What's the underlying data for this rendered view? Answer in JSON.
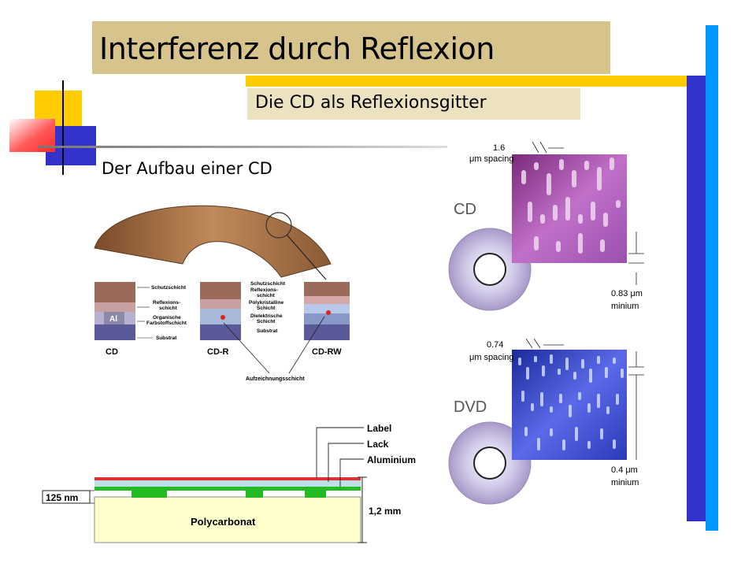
{
  "slide": {
    "title": "Interferenz durch Reflexion",
    "subtitle": "Die CD als Reflexionsgitter",
    "heading": "Der Aufbau einer CD"
  },
  "colors": {
    "title_band": "#d6c48c",
    "accent_yellow": "#ffcc00",
    "accent_navy": "#3333cc",
    "accent_blue": "#0099ff",
    "accent_red": "#ff3333"
  },
  "layer_figure": {
    "cd": {
      "label": "CD",
      "core": "Al",
      "layers": [
        "Schutzschicht",
        "Reflexions-\nschicht",
        "Organische\nFarbstoffschicht",
        "Substrat"
      ]
    },
    "cdr": {
      "label": "CD-R",
      "layers": [
        "Schutzschicht",
        "Reflexions-\nschicht",
        "Polykristalline\nSchicht",
        "Dielektrische\nSchicht",
        "Substrat"
      ]
    },
    "cdrw": {
      "label": "CD-RW"
    },
    "recording_layer": "Aufzeichnungsschicht"
  },
  "cross_section": {
    "labels": [
      "Label",
      "Lack",
      "Aluminium"
    ],
    "thickness_nm": "125 nm",
    "thickness_mm": "1,2 mm",
    "substrate": "Polycarbonat"
  },
  "cd_panel": {
    "name": "CD",
    "spacing_value": "1.6",
    "spacing_unit": "μm spacing",
    "min_value": "0.83 μm",
    "min_unit": "minium"
  },
  "dvd_panel": {
    "name": "DVD",
    "spacing_value": "0.74",
    "spacing_unit": "μm spacing",
    "min_value": "0.4 μm",
    "min_unit": "minium"
  }
}
